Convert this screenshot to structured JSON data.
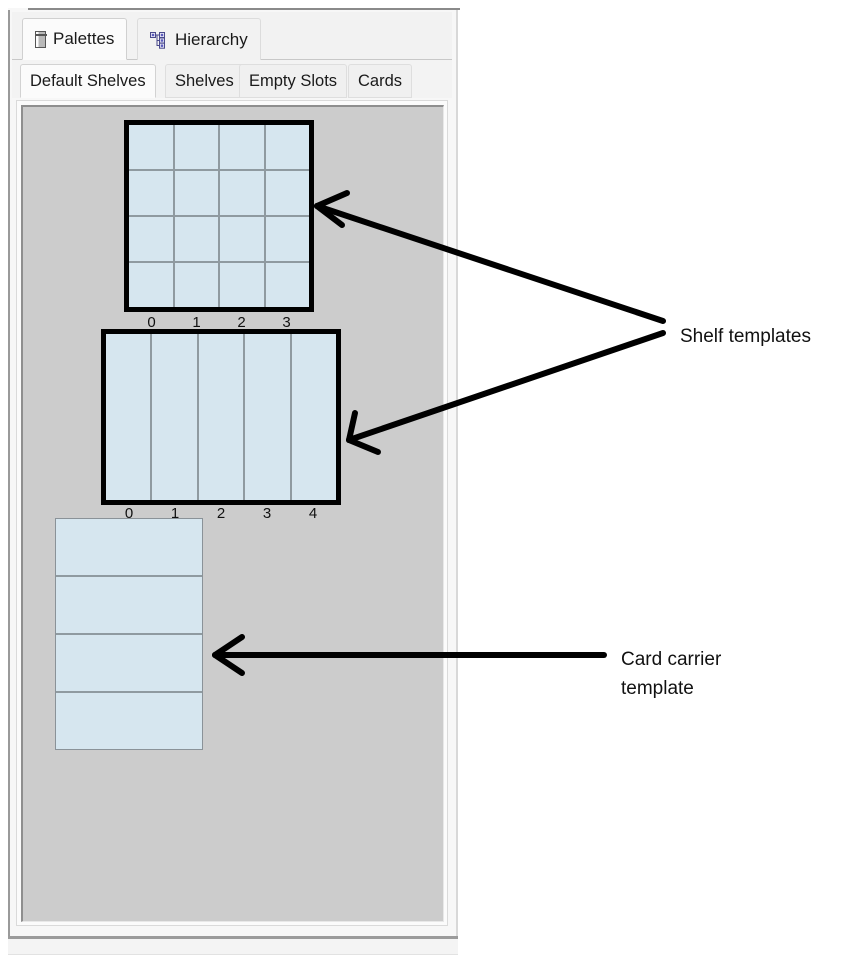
{
  "window": {
    "title": "Palettes"
  },
  "primary_tabs": [
    {
      "label": "Palettes",
      "icon": "palette-icon",
      "active": true
    },
    {
      "label": "Hierarchy",
      "icon": "hierarchy-icon",
      "active": false
    }
  ],
  "secondary_tabs": [
    {
      "label": "Default Shelves",
      "active": true
    },
    {
      "label": "Shelves",
      "active": false
    },
    {
      "label": "Empty Slots",
      "active": false
    },
    {
      "label": "Cards",
      "active": false
    }
  ],
  "canvas": {
    "background_color": "#cccccc",
    "cell_color": "#d6e6ef",
    "border_color": "#000000",
    "templates": [
      {
        "name": "shelf-template-4x4",
        "kind": "shelf",
        "columns": 4,
        "rows": 4,
        "border_style": "thick",
        "column_labels": [
          "0",
          "1",
          "2",
          "3"
        ]
      },
      {
        "name": "shelf-template-5x1",
        "kind": "shelf",
        "columns": 5,
        "rows": 1,
        "border_style": "thick",
        "column_labels": [
          "0",
          "1",
          "2",
          "3",
          "4"
        ]
      },
      {
        "name": "card-carrier-template-1x4",
        "kind": "card-carrier",
        "columns": 1,
        "rows": 4,
        "border_style": "thin",
        "column_labels": []
      }
    ]
  },
  "annotations": [
    {
      "name": "shelf-templates-callout",
      "text": "Shelf templates",
      "arrow_count": 2
    },
    {
      "name": "card-carrier-callout",
      "text": "Card carrier\ntemplate",
      "arrow_count": 1
    }
  ]
}
